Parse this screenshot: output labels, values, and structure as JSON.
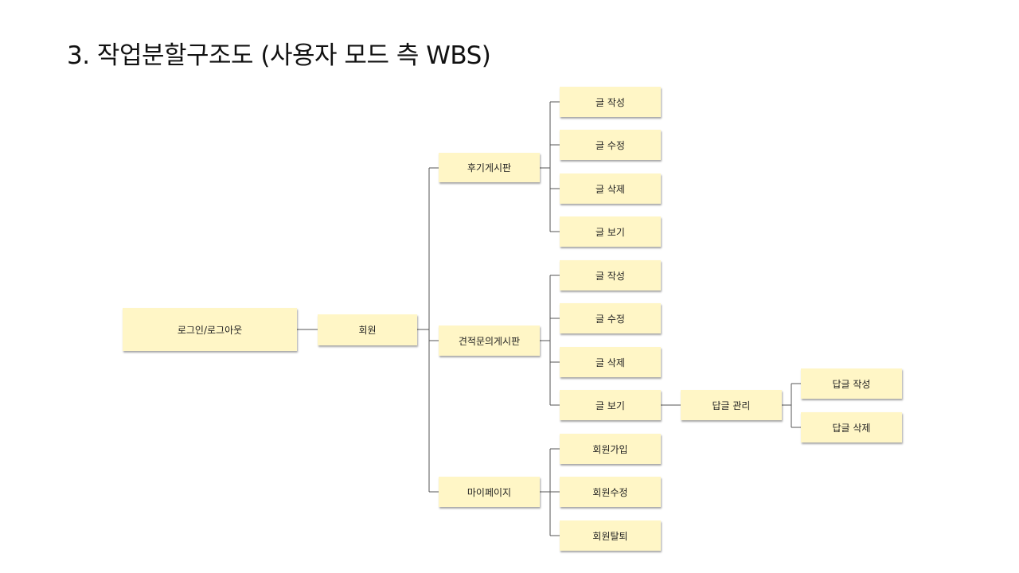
{
  "title": "3. 작업분할구조도 (사용자 모드 측 WBS)",
  "colors": {
    "box_fill": "#fff6c6",
    "connector": "#555555",
    "text": "#222222"
  },
  "wbs": {
    "root": "로그인/로그아웃",
    "level1": "회원",
    "review_board": {
      "label": "후기게시판",
      "children": [
        "글 작성",
        "글 수정",
        "글 삭제",
        "글 보기"
      ]
    },
    "inquiry_board": {
      "label": "견적문의게시판",
      "children": [
        "글 작성",
        "글 수정",
        "글 삭제",
        "글 보기"
      ],
      "reply_management": {
        "label": "답글 관리",
        "children": [
          "답글 작성",
          "답글 삭제"
        ]
      }
    },
    "mypage": {
      "label": "마이페이지",
      "children": [
        "회원가입",
        "회원수정",
        "회원탈퇴"
      ]
    }
  }
}
